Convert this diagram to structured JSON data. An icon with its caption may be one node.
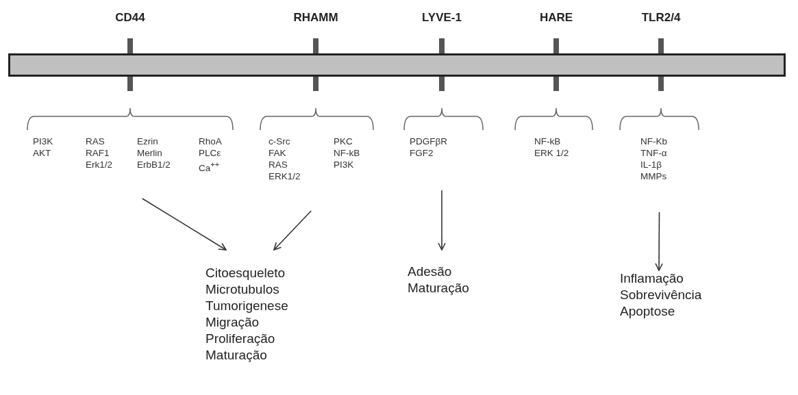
{
  "diagram": {
    "nodes": [
      {
        "text": [],
        "shape": "bar"
      },
      {
        "text": [
          "CD44"
        ]
      },
      {
        "text": [
          "RHAMM"
        ]
      },
      {
        "text": [
          "LYVE-1"
        ]
      },
      {
        "text": [
          "HARE"
        ]
      },
      {
        "text": [
          "TLR2/4"
        ]
      },
      {
        "text": [
          "PI3K",
          "AKT",
          "RAS",
          "RAF1",
          "Erk1/2",
          "Ezrin",
          "Merlin",
          "ErbB1/2",
          "RhoA",
          "PLCε",
          "Ca$^{++}$"
        ]
      },
      {
        "text": [
          "c-Src",
          "FAK",
          "RAS",
          "ERK1/2",
          "PKC",
          "NF-kB",
          "PI3K"
        ]
      },
      {
        "text": [
          "PDGFβR",
          "FGF2"
        ]
      },
      {
        "text": [
          "NF-kB",
          "ERK 1/2"
        ]
      },
      {
        "text": [
          "NF-Kb",
          "TNF-α",
          "IL-1β",
          "MMPs"
        ]
      },
      {
        "text": [
          "Citoesqueleto",
          "Microtubulos",
          "Tumorigenese",
          "Migração",
          "Proliferação",
          "Maturação"
        ]
      },
      {
        "text": [
          "Adesão",
          "Maturação"
        ]
      },
      {
        "text": [
          "Inflamação",
          "Sobrevivência",
          "Apoptose"
        ]
      }
    ],
    "edges": [
      {
        "from": 6,
        "to": 11,
        "arrow": "to"
      },
      {
        "from": 7,
        "to": 11,
        "arrow": "to"
      },
      {
        "from": 8,
        "to": 12,
        "arrow": "to"
      },
      {
        "from": 10,
        "to": 13,
        "arrow": "to"
      }
    ]
  }
}
